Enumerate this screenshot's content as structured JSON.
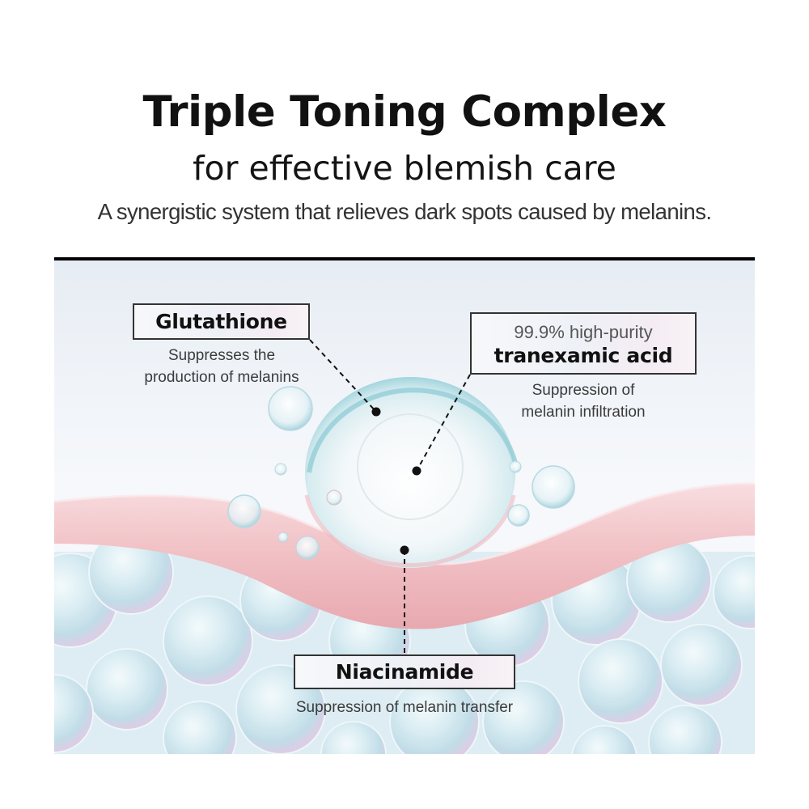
{
  "header": {
    "title": "Triple Toning Complex",
    "subtitle": "for effective blemish care",
    "description": "A synergistic system that relieves dark spots caused by melanins."
  },
  "ingredients": [
    {
      "name": "Glutathione",
      "prefix": "",
      "description_lines": [
        "Suppresses the",
        "production of melanins"
      ]
    },
    {
      "name": "tranexamic acid",
      "prefix": "99.9% high-purity",
      "description_lines": [
        "Suppression of",
        "melanin infiltration"
      ]
    },
    {
      "name": "Niacinamide",
      "prefix": "",
      "description_lines": [
        "Suppression of melanin transfer"
      ]
    }
  ],
  "colors": {
    "panel_rule": "#000000",
    "skin_layer": "#f2c3c6",
    "cell_bubble": "#cfe6ee",
    "droplet_rim": "#8fcfd8",
    "label_border": "#333333",
    "leader_line": "#111111"
  },
  "illustration": {
    "subject": "translucent droplet sitting on pink skin layer above cluster of blue cell bubbles"
  }
}
